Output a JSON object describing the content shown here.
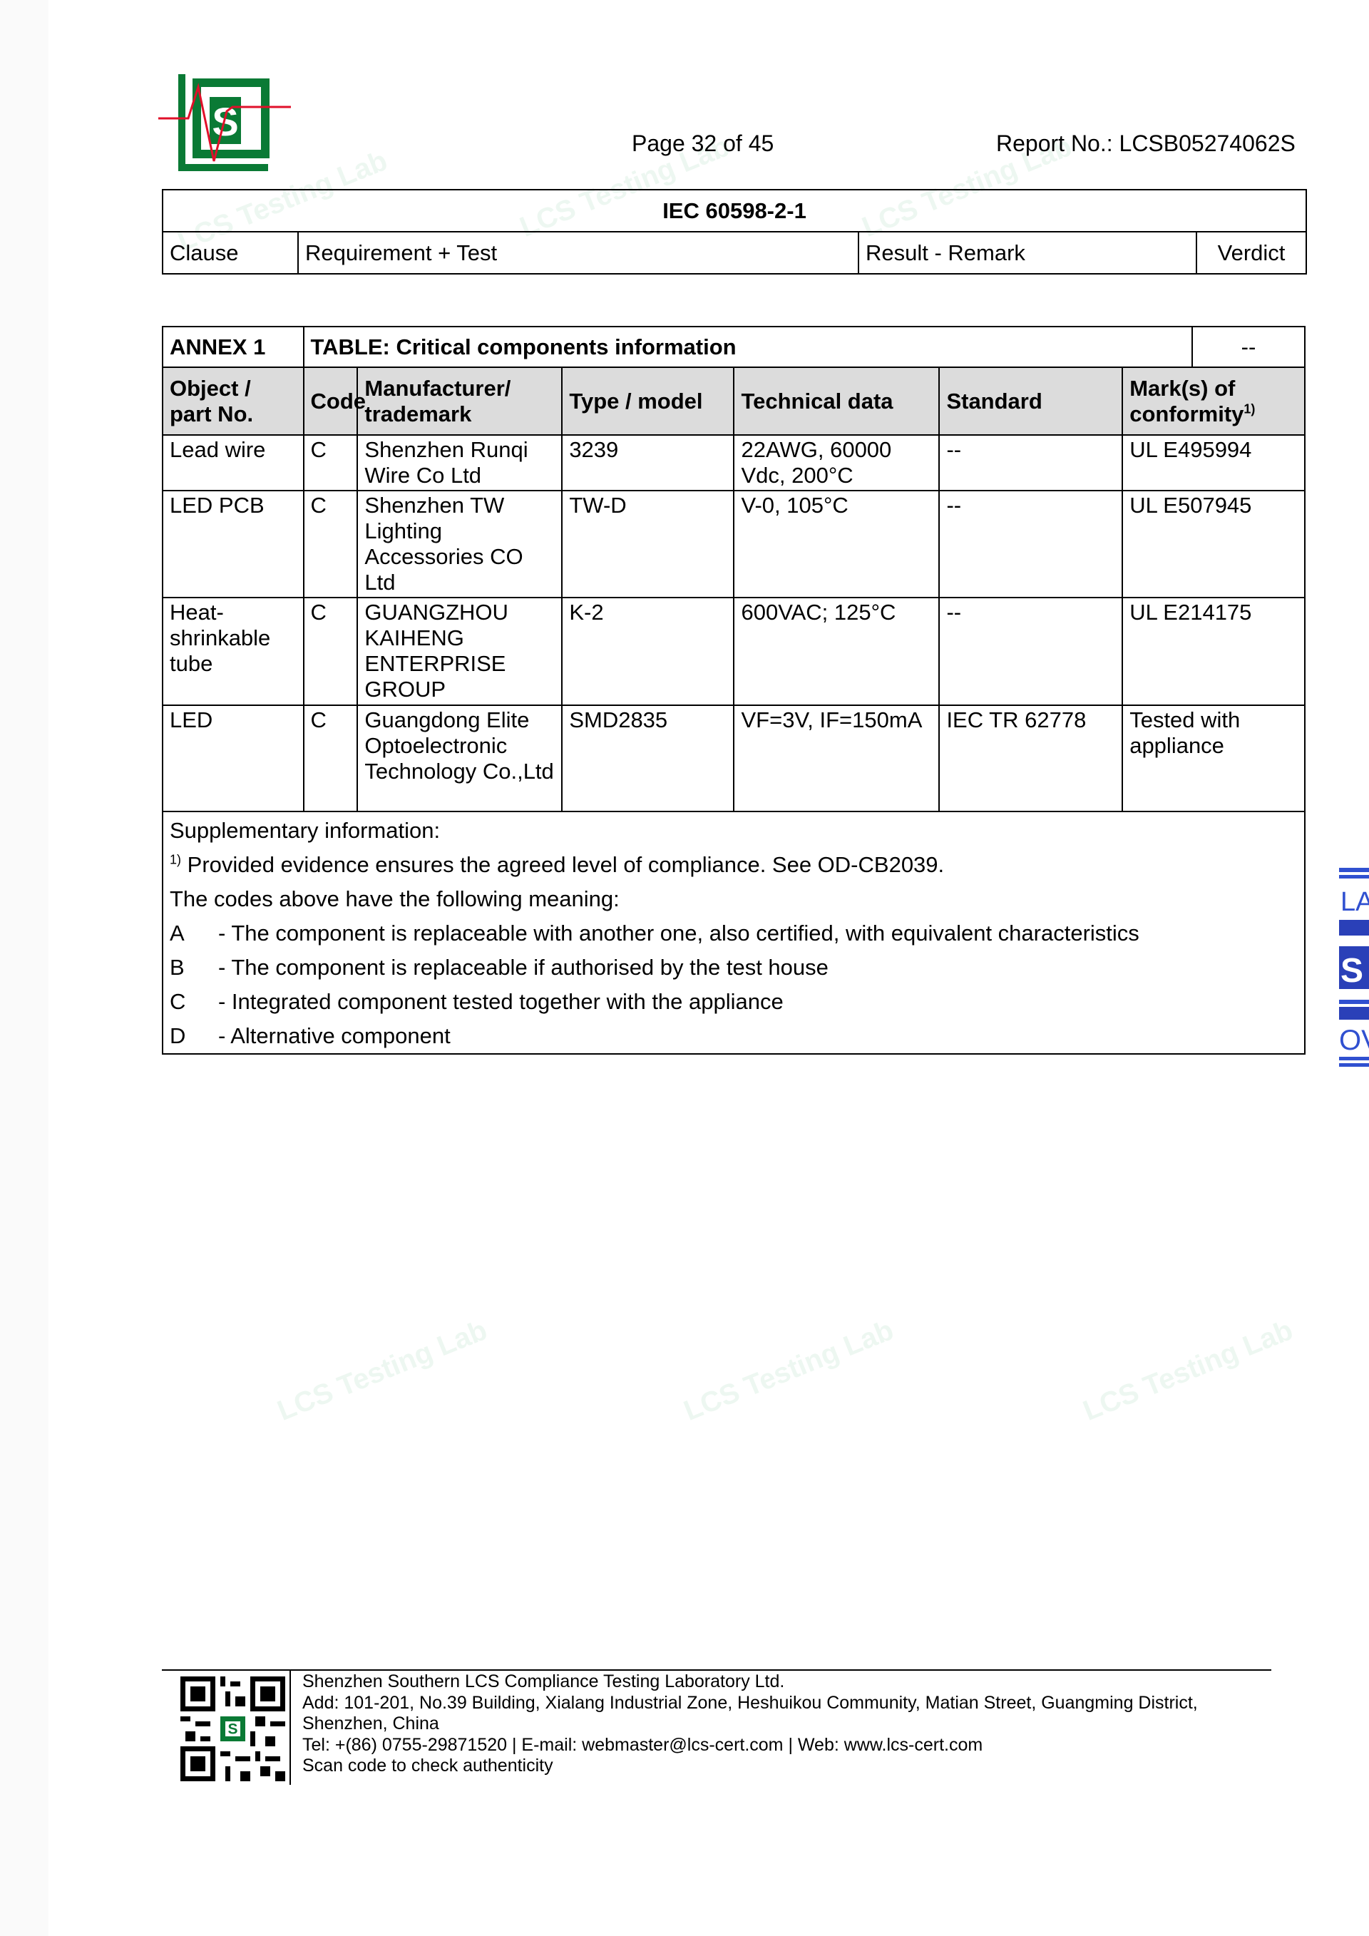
{
  "header": {
    "page": "Page 32 of 45",
    "report_no": "Report No.: LCSB05274062S",
    "logo_letter": "S"
  },
  "standard_table": {
    "title": "IEC 60598-2-1",
    "columns": [
      "Clause",
      "Requirement + Test",
      "Result - Remark",
      "Verdict"
    ]
  },
  "annex": {
    "label": "ANNEX 1",
    "title": "TABLE: Critical components information",
    "verdict": "--",
    "columns": [
      "Object / part No.",
      "Code",
      "Manufacturer/ trademark",
      "Type / model",
      "Technical data",
      "Standard",
      "Mark(s) of conformity"
    ],
    "conformity_sup": "1)",
    "rows": [
      {
        "part": "Lead wire",
        "code": "C",
        "manufacturer": "Shenzhen Runqi Wire Co Ltd",
        "type": "3239",
        "tech": "22AWG, 60000 Vdc, 200°C",
        "standard": "--",
        "mark": "UL E495994"
      },
      {
        "part": "LED PCB",
        "code": "C",
        "manufacturer": "Shenzhen TW Lighting Accessories CO Ltd",
        "type": "TW-D",
        "tech": "V-0, 105°C",
        "standard": "--",
        "mark": "UL E507945"
      },
      {
        "part": "Heat-shrinkable tube",
        "code": "C",
        "manufacturer": "GUANGZHOU KAIHENG ENTERPRISE GROUP",
        "type": "K-2",
        "tech": "600VAC; 125°C",
        "standard": "--",
        "mark": "UL E214175"
      },
      {
        "part": "LED",
        "code": "C",
        "manufacturer": "Guangdong Elite Optoelectronic Technology Co.,Ltd",
        "type": "SMD2835",
        "tech": "VF=3V, IF=150mA",
        "standard": "IEC TR 62778",
        "mark": "Tested with appliance"
      }
    ],
    "supplementary": {
      "heading": "Supplementary information:",
      "note_sup": "1)",
      "note": "Provided evidence ensures the agreed level of compliance. See OD-CB2039.",
      "codes_intro": "The codes above have the following meaning:",
      "codes": [
        {
          "code": "A",
          "text": "- The component is replaceable with another one, also certified, with equivalent characteristics"
        },
        {
          "code": "B",
          "text": "- The component is replaceable if authorised by the test house"
        },
        {
          "code": "C",
          "text": "- Integrated component tested together with the appliance"
        },
        {
          "code": "D",
          "text": "- Alternative component"
        }
      ]
    }
  },
  "footer": {
    "company": "Shenzhen Southern LCS Compliance Testing Laboratory Ltd.",
    "address1": "Add: 101-201, No.39 Building, Xialang Industrial Zone, Heshuikou Community, Matian Street, Guangming District,",
    "address2": "Shenzhen, China",
    "contact": "Tel: +(86) 0755-29871520 | E-mail: webmaster@lcs-cert.com | Web: www.lcs-cert.com",
    "scan": "Scan code to check authenticity"
  },
  "colors": {
    "logo_green": "#0a7a35",
    "logo_red": "#e0102a",
    "stamp_blue": "#3050d0"
  }
}
